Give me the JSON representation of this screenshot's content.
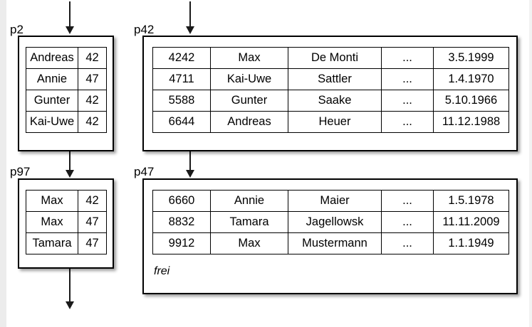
{
  "diagram": {
    "title": "B-tree / hash directory with index pages and data pages",
    "blocks": [
      {
        "id": "p2",
        "label": "p2",
        "kind": "index-page",
        "columns": 2,
        "rows": [
          [
            "Andreas",
            "42"
          ],
          [
            "Annie",
            "47"
          ],
          [
            "Gunter",
            "42"
          ],
          [
            "Kai-Uwe",
            "42"
          ]
        ],
        "free_label": ""
      },
      {
        "id": "p42",
        "label": "p42",
        "kind": "data-page",
        "columns": 5,
        "rows": [
          [
            "4242",
            "Max",
            "De Monti",
            "...",
            "3.5.1999"
          ],
          [
            "4711",
            "Kai-Uwe",
            "Sattler",
            "...",
            "1.4.1970"
          ],
          [
            "5588",
            "Gunter",
            "Saake",
            "...",
            "5.10.1966"
          ],
          [
            "6644",
            "Andreas",
            "Heuer",
            "...",
            "11.12.1988"
          ]
        ],
        "free_label": ""
      },
      {
        "id": "p97",
        "label": "p97",
        "kind": "index-page",
        "columns": 2,
        "rows": [
          [
            "Max",
            "42"
          ],
          [
            "Max",
            "47"
          ],
          [
            "Tamara",
            "47"
          ]
        ],
        "free_label": ""
      },
      {
        "id": "p47",
        "label": "p47",
        "kind": "data-page",
        "columns": 5,
        "rows": [
          [
            "6660",
            "Annie",
            "Maier",
            "...",
            "1.5.1978"
          ],
          [
            "8832",
            "Tamara",
            "Jagellowsk",
            "...",
            "11.11.2009"
          ],
          [
            "9912",
            "Max",
            "Mustermann",
            "...",
            "1.1.1949"
          ]
        ],
        "free_label": "frei"
      }
    ],
    "arrows": [
      {
        "id": "arrow-into-p2",
        "name": "arrow-into-p2"
      },
      {
        "id": "arrow-into-p42",
        "name": "arrow-into-p42"
      },
      {
        "id": "arrow-p2-to-p97",
        "name": "arrow-p2-to-p97"
      },
      {
        "id": "arrow-p42-to-p47",
        "name": "arrow-p42-to-p47"
      },
      {
        "id": "arrow-out-of-p97",
        "name": "arrow-out-of-p97"
      }
    ],
    "colors": {
      "background": "#ffffff",
      "stroke": "#000000",
      "arrow": "#1a1a1a",
      "shadow": "rgba(0,0,0,0.38)"
    }
  }
}
